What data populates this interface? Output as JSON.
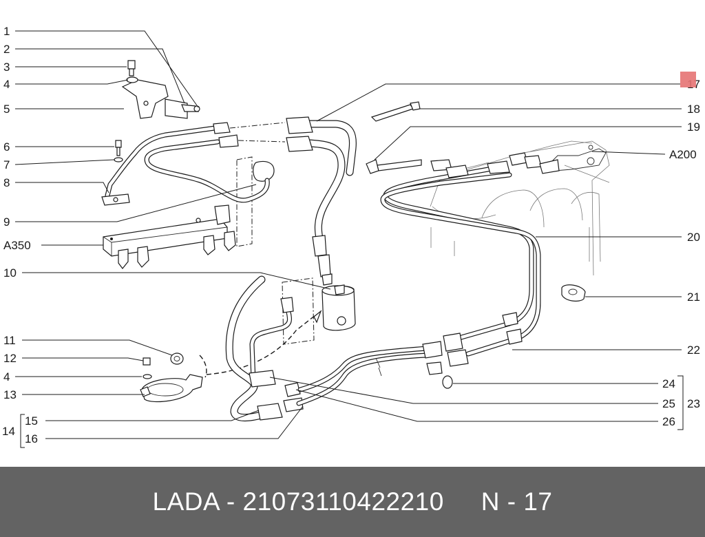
{
  "colors": {
    "footer_bg": "#636363",
    "footer_text": "#ffffff",
    "line": "#1a1a1a",
    "marker": "#e57373"
  },
  "callouts": {
    "c1": "1",
    "c2": "2",
    "c3": "3",
    "c4a": "4",
    "c5": "5",
    "c6": "6",
    "c7": "7",
    "c8": "8",
    "c9": "9",
    "a350": "A350",
    "c10": "10",
    "c11": "11",
    "c12": "12",
    "c4b": "4",
    "c13": "13",
    "c14": "14",
    "c15": "15",
    "c16": "16",
    "c17": "17",
    "c18": "18",
    "c19": "19",
    "a200": "A200",
    "c20": "20",
    "c21": "21",
    "c22": "22",
    "c24": "24",
    "c23": "23",
    "c25": "25",
    "c26": "26"
  },
  "footer": {
    "text": "LADA - 21073110422210     N - 17"
  },
  "icons": {
    "marker": "highlight-square-icon"
  }
}
